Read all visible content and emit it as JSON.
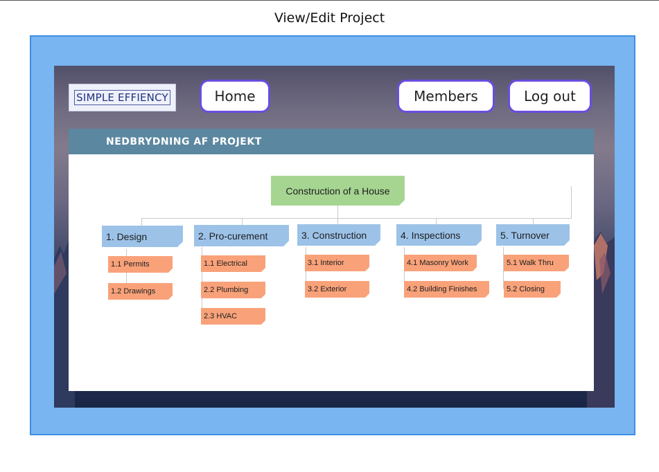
{
  "frame": {
    "title": "View/Edit Project"
  },
  "header": {
    "logo_text": "SIMPLE EFFIENCY",
    "nav": {
      "home": "Home",
      "members": "Members",
      "logout": "Log out"
    }
  },
  "panel": {
    "title": "NEDBRYDNING AF PROJEKT"
  },
  "wbs": {
    "root": "Construction of a House",
    "phases": [
      {
        "label": "1. Design",
        "tasks": [
          "1.1 Permits",
          "1.2 Drawings"
        ]
      },
      {
        "label": "2. Pro-curement",
        "tasks": [
          "1.1 Electrical",
          "2.2 Plumbing",
          "2.3 HVAC"
        ]
      },
      {
        "label": "3. Construction",
        "tasks": [
          "3.1 Interior",
          "3.2 Exterior"
        ]
      },
      {
        "label": "4. Inspections",
        "tasks": [
          "4.1 Masonry Work",
          "4.2 Building Finishes"
        ]
      },
      {
        "label": "5. Turnover",
        "tasks": [
          "5.1 Walk Thru",
          "5.2 Closing"
        ]
      }
    ]
  },
  "colors": {
    "outer_fill": "#79b5f0",
    "accent_border": "#6a4de0",
    "header_bar": "#5b87a0",
    "root_node": "#a6d592",
    "phase_node": "#9cc2e8",
    "task_node": "#f9a27a"
  }
}
